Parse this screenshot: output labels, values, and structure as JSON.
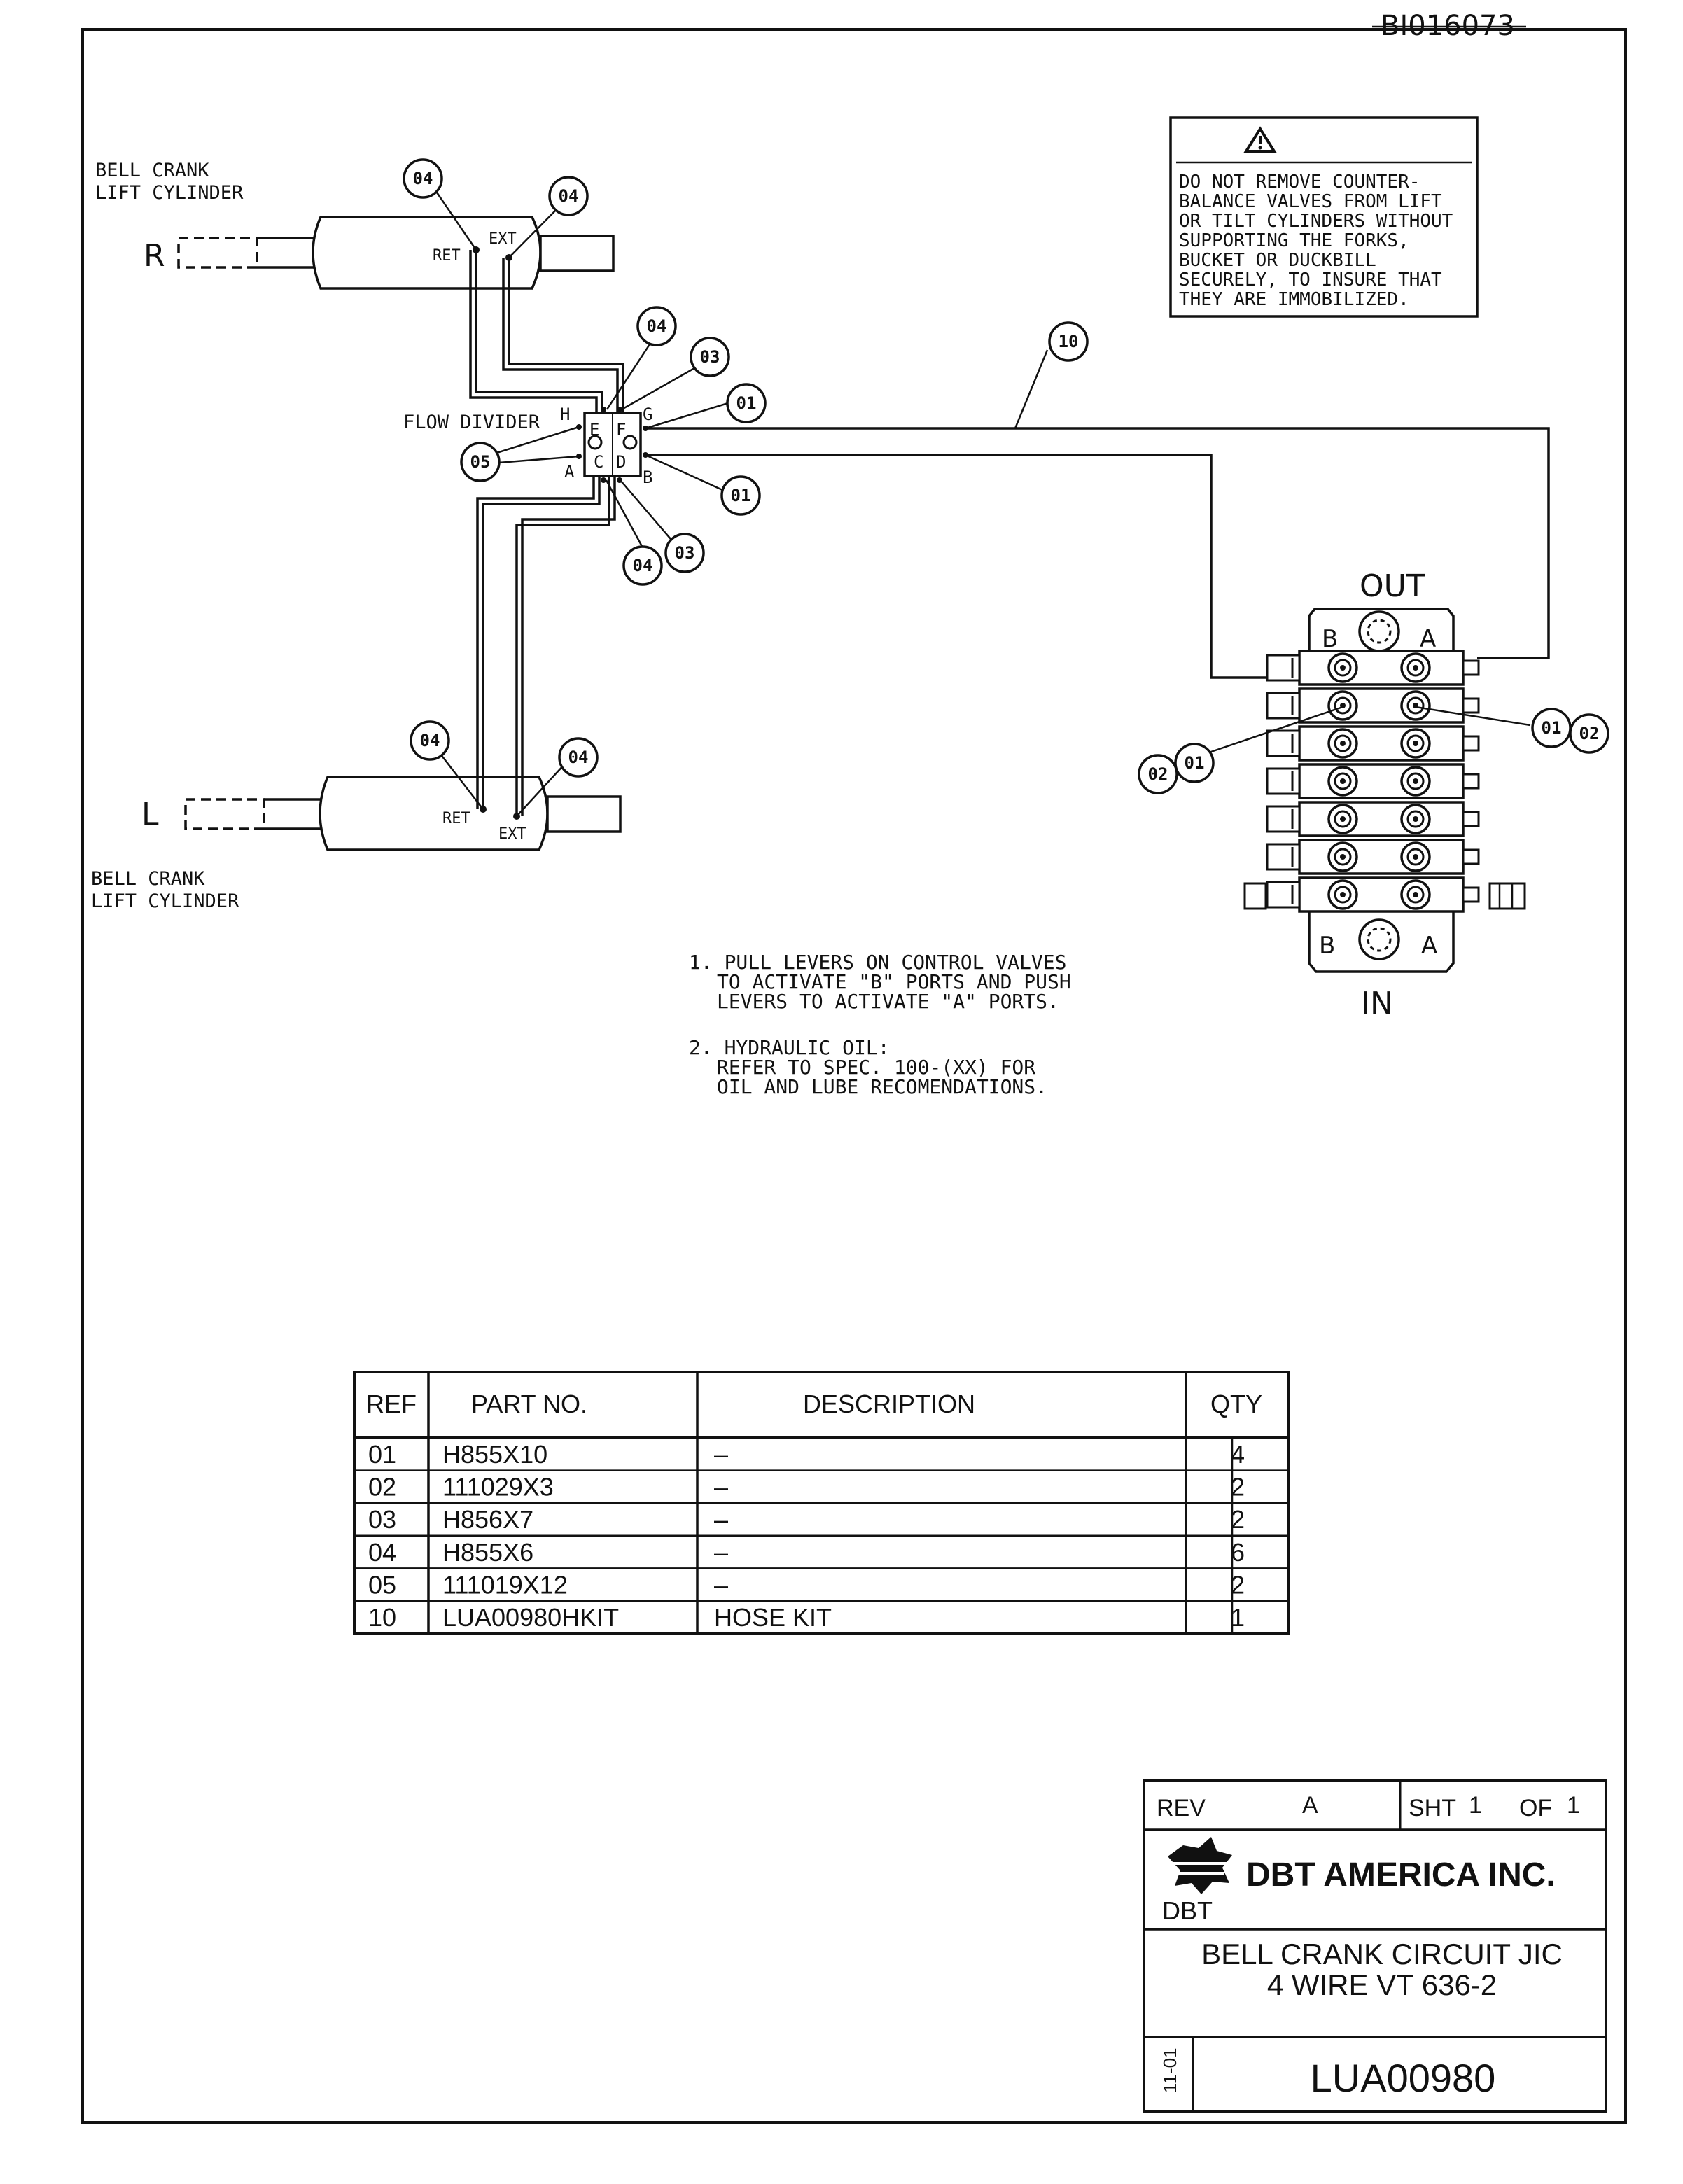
{
  "drawing_id_stamp": "BI016073",
  "warning": {
    "icon": "warning-triangle-icon",
    "lines": [
      "DO NOT REMOVE COUNTER-",
      "BALANCE VALVES FROM LIFT",
      "OR TILT CYLINDERS WITHOUT",
      "SUPPORTING THE FORKS,",
      "BUCKET OR DUCKBILL",
      "SECURELY, TO INSURE THAT",
      "THEY ARE IMMOBILIZED."
    ]
  },
  "cylinders": {
    "right": {
      "side": "R",
      "label_line1": "BELL CRANK",
      "label_line2": "LIFT CYLINDER",
      "port_ret": "RET",
      "port_ext": "EXT"
    },
    "left": {
      "side": "L",
      "label_line1": "BELL CRANK",
      "label_line2": "LIFT CYLINDER",
      "port_ret": "RET",
      "port_ext": "EXT"
    }
  },
  "flow_divider": {
    "label": "FLOW DIVIDER",
    "ports": {
      "h": "H",
      "e": "E",
      "f": "F",
      "g": "G",
      "a": "A",
      "c": "C",
      "d": "D",
      "b": "B"
    }
  },
  "valve": {
    "out_label": "OUT",
    "in_label": "IN",
    "port_b": "B",
    "port_a": "A"
  },
  "callouts": {
    "r_ret": "04",
    "r_ext": "04",
    "fd_top": "04",
    "fd_top2": "03",
    "fd_g": "01",
    "fd_d": "01",
    "fd_left": "05",
    "fd_bot1": "04",
    "fd_bot2": "03",
    "hose": "10",
    "v_right_01": "01",
    "v_right_02": "02",
    "v_left_01": "01",
    "v_left_02": "02",
    "l_ret": "04",
    "l_ext": "04"
  },
  "notes": {
    "n1": [
      "1. PULL LEVERS ON CONTROL VALVES",
      "TO ACTIVATE \"B\" PORTS AND PUSH",
      "LEVERS TO ACTIVATE \"A\" PORTS."
    ],
    "n2": [
      "2. HYDRAULIC OIL:",
      "REFER TO SPEC. 100-(XX) FOR",
      "OIL AND LUBE RECOMENDATIONS."
    ]
  },
  "parts_table": {
    "headers": {
      "ref": "REF",
      "part_no": "PART NO.",
      "description": "DESCRIPTION",
      "qty": "QTY"
    },
    "rows": [
      {
        "ref": "01",
        "part_no": "H855X10",
        "description": "–",
        "qty": "4"
      },
      {
        "ref": "02",
        "part_no": "111029X3",
        "description": "–",
        "qty": "2"
      },
      {
        "ref": "03",
        "part_no": "H856X7",
        "description": "–",
        "qty": "2"
      },
      {
        "ref": "04",
        "part_no": "H855X6",
        "description": "–",
        "qty": "6"
      },
      {
        "ref": "05",
        "part_no": "111019X12",
        "description": "–",
        "qty": "2"
      },
      {
        "ref": "10",
        "part_no": "LUA00980HKIT",
        "description": "HOSE KIT",
        "qty": "1"
      }
    ]
  },
  "title_block": {
    "rev_label": "REV",
    "rev_value": "A",
    "sht_label": "SHT",
    "sht_value": "1",
    "of_label": "OF",
    "of_value": "1",
    "company": "DBT AMERICA INC.",
    "logo_text": "DBT",
    "title_line1": "BELL CRANK CIRCUIT JIC",
    "title_line2": "4 WIRE VT 636-2",
    "date_code": "11-01",
    "drawing_number": "LUA00980"
  }
}
